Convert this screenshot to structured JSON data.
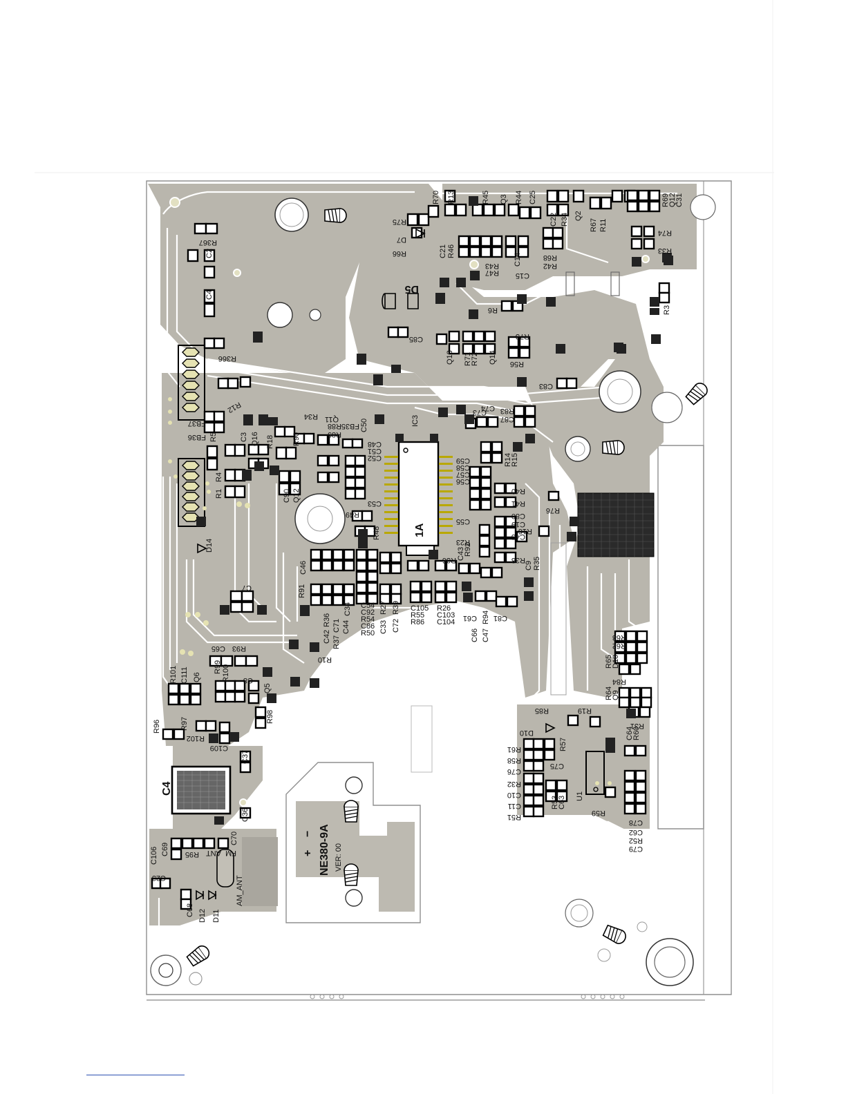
{
  "board": {
    "model": "NE380-9A",
    "version": "VER: 00",
    "polarity_plus": "+",
    "polarity_minus": "−",
    "ic_main": "1A",
    "ic_ref": "IC3",
    "c4": "C4",
    "d5": "D5",
    "fm_ant": "FM_ANT",
    "am_ant": "AM_ANT"
  },
  "refs": {
    "r367": "R367",
    "c2": "C2",
    "c4b": "C4",
    "r366": "R366",
    "r12": "R12",
    "fb37": "FB37",
    "fb36": "FB36",
    "r5": "R5",
    "c3": "C3",
    "q16": "Q16",
    "r18": "R18",
    "r90": "R90",
    "r34": "R34",
    "q11": "Q11",
    "fb35": "FB35",
    "r88": "R88",
    "r89": "R89",
    "c50": "C50",
    "r1": "R1",
    "r4": "R4",
    "d14": "D14",
    "c90": "C90",
    "q12": "Q12",
    "c48": "C48",
    "c51": "C51",
    "c52": "C52",
    "c53": "C53",
    "r49": "R49",
    "r48": "R48",
    "c7": "C7",
    "c46": "C46",
    "r91": "R91",
    "c42": "C42",
    "r36": "R36",
    "r37": "R37",
    "c71": "C71",
    "c44": "C44",
    "c34": "C34",
    "r10": "R10",
    "c54": "C54",
    "c92": "C92",
    "r54": "R54",
    "c86": "C86",
    "r50": "R50",
    "c33": "C33",
    "r27": "R27",
    "c72": "C72",
    "r39": "R39",
    "c105": "C105",
    "r55": "R55",
    "r86": "R86",
    "r26": "R26",
    "c103": "C103",
    "c104": "C104",
    "c61": "C61",
    "r94": "R94",
    "c66": "C66",
    "c47": "C47",
    "c81": "C81",
    "r75": "R75",
    "r70": "R70",
    "r13": "R13",
    "r45": "R45",
    "q3": "Q3",
    "r44": "R44",
    "c25": "C25",
    "c22": "C22",
    "r34b": "R34",
    "q2": "Q2",
    "r67": "R67",
    "r11": "R11",
    "r69": "R69",
    "q12b": "Q12",
    "c31": "C31",
    "r74": "R74",
    "r33": "R33",
    "d7": "D7",
    "r66": "R66",
    "c21": "C21",
    "r46": "R46",
    "r43": "R43",
    "r47": "R47",
    "c14": "C14",
    "c15": "C15",
    "r68": "R68",
    "r42": "R42",
    "r6": "R6",
    "r3": "R3",
    "c85": "C85",
    "r73": "R73",
    "q13": "Q13",
    "r71": "R71",
    "r72": "R72",
    "q14": "Q14",
    "r56": "R56",
    "c83": "C83",
    "c74": "C74",
    "c73": "C73",
    "r83": "R83",
    "c87": "C87",
    "c59": "C59",
    "c58": "C58",
    "c57": "C57",
    "c56": "C56",
    "r14": "R14",
    "r15": "R15",
    "r40": "R40",
    "r41": "R41",
    "r76": "R76",
    "c55": "C55",
    "c80": "C80",
    "c19": "C19",
    "r16": "R16",
    "c45": "C45",
    "r38": "R38",
    "r23": "R23",
    "r92": "R92",
    "c43": "C43",
    "r36b": "R36",
    "c9": "C9",
    "r35": "R35",
    "c65": "C65",
    "r93": "R93",
    "r101": "R101",
    "c111": "C111",
    "q6": "Q6",
    "r99": "R99",
    "r100": "R100",
    "c8": "C8",
    "q5": "Q5",
    "r98": "R98",
    "r96": "R96",
    "r97": "R97",
    "r102": "R102",
    "c109": "C109",
    "c37": "C37",
    "c36": "C36",
    "c69": "C69",
    "r95": "R95",
    "c70": "C70",
    "c106": "C106",
    "c23": "C23",
    "c68": "C68",
    "d12": "D12",
    "d11": "D11",
    "r63": "R63",
    "r62": "R62",
    "r65": "R65",
    "d10": "D10",
    "r84": "R84",
    "r64": "R64",
    "q9": "Q9",
    "r85": "R85",
    "r19": "R19",
    "r31": "R31",
    "d10b": "D10",
    "c64": "C64",
    "r60": "R60",
    "r61": "R61",
    "r58": "R58",
    "c76": "C76",
    "r57": "R57",
    "c75": "C75",
    "r32": "R32",
    "c10": "C10",
    "c11": "C11",
    "r51": "R51",
    "r53": "R53",
    "c63": "C63",
    "u1": "U1",
    "r59": "R59",
    "c78": "C78",
    "c62": "C62",
    "r52": "R52",
    "c79": "C79"
  }
}
